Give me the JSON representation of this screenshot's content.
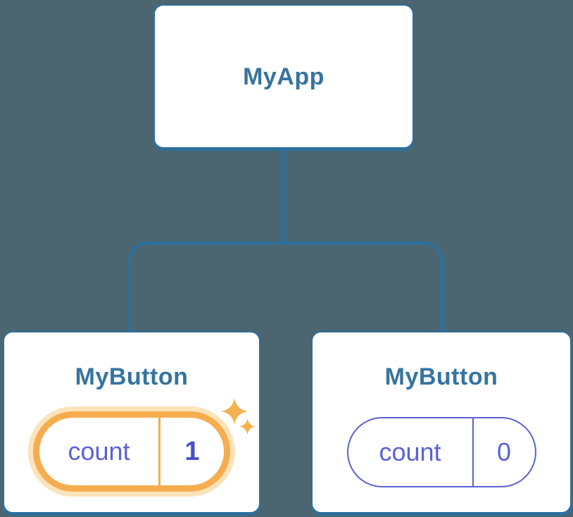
{
  "diagram": {
    "root": {
      "label": "MyApp"
    },
    "children": [
      {
        "label": "MyButton",
        "state_name": "count",
        "state_value": "1",
        "highlighted": true
      },
      {
        "label": "MyButton",
        "state_name": "count",
        "state_value": "0",
        "highlighted": false
      }
    ]
  },
  "icons": {
    "sparkles": "four-point-star-sparkles"
  },
  "colors": {
    "background": "#4B6670",
    "connector": "#2C70A2",
    "card_border": "#2D6F9F",
    "title_text": "#36749F",
    "state_text": "#5A62D4",
    "highlighted_value_text": "#4A50C8",
    "highlight_orange": "#F5AD4E",
    "highlight_glow": "#FBE3BB",
    "sparkle": "#F6B04E"
  }
}
